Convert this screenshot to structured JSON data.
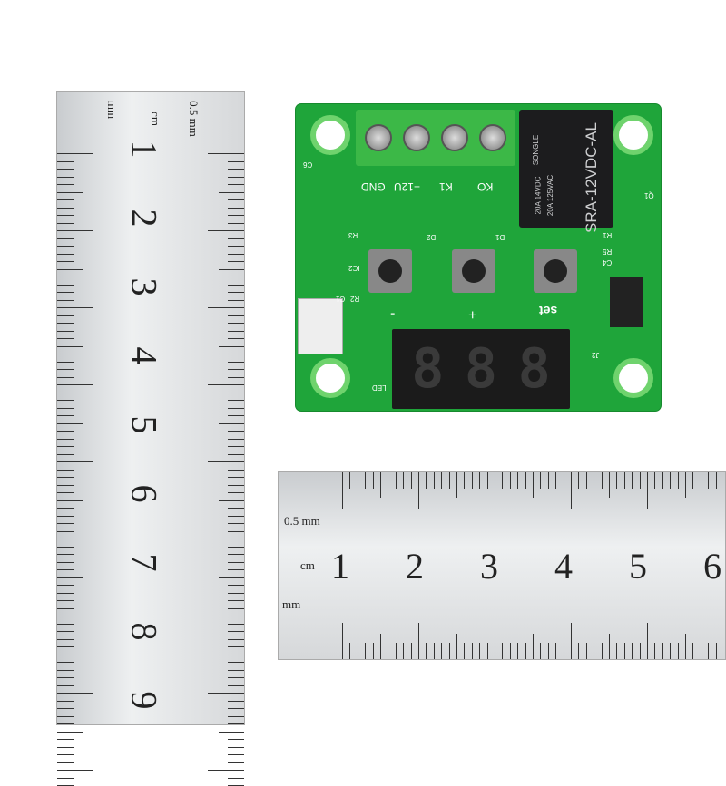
{
  "vertical_ruler": {
    "unit_labels": [
      "mm",
      "cm",
      "0.5 mm"
    ],
    "numbers": [
      "1",
      "2",
      "3",
      "4",
      "5",
      "6",
      "7",
      "8",
      "9"
    ]
  },
  "horizontal_ruler": {
    "unit_labels": [
      "0.5 mm",
      "cm",
      "mm"
    ],
    "numbers": [
      "1",
      "2",
      "3",
      "4",
      "5",
      "6"
    ]
  },
  "board": {
    "terminal_labels": [
      "GND",
      "+12U",
      "K1",
      "KO"
    ],
    "relay": {
      "brand": "SONGLE",
      "rating1": "20A 14VDC",
      "rating2": "20A 125VAC",
      "model": "SRA-12VDC-AL"
    },
    "button_labels": [
      "-",
      "+",
      "set"
    ],
    "display_digits": [
      "8",
      "8",
      "8"
    ],
    "component_labels": [
      "C6",
      "R3",
      "D2",
      "D1",
      "IC2",
      "R2",
      "C1",
      "LED",
      "R1",
      "R5",
      "C4",
      "J2",
      "Q1"
    ]
  }
}
